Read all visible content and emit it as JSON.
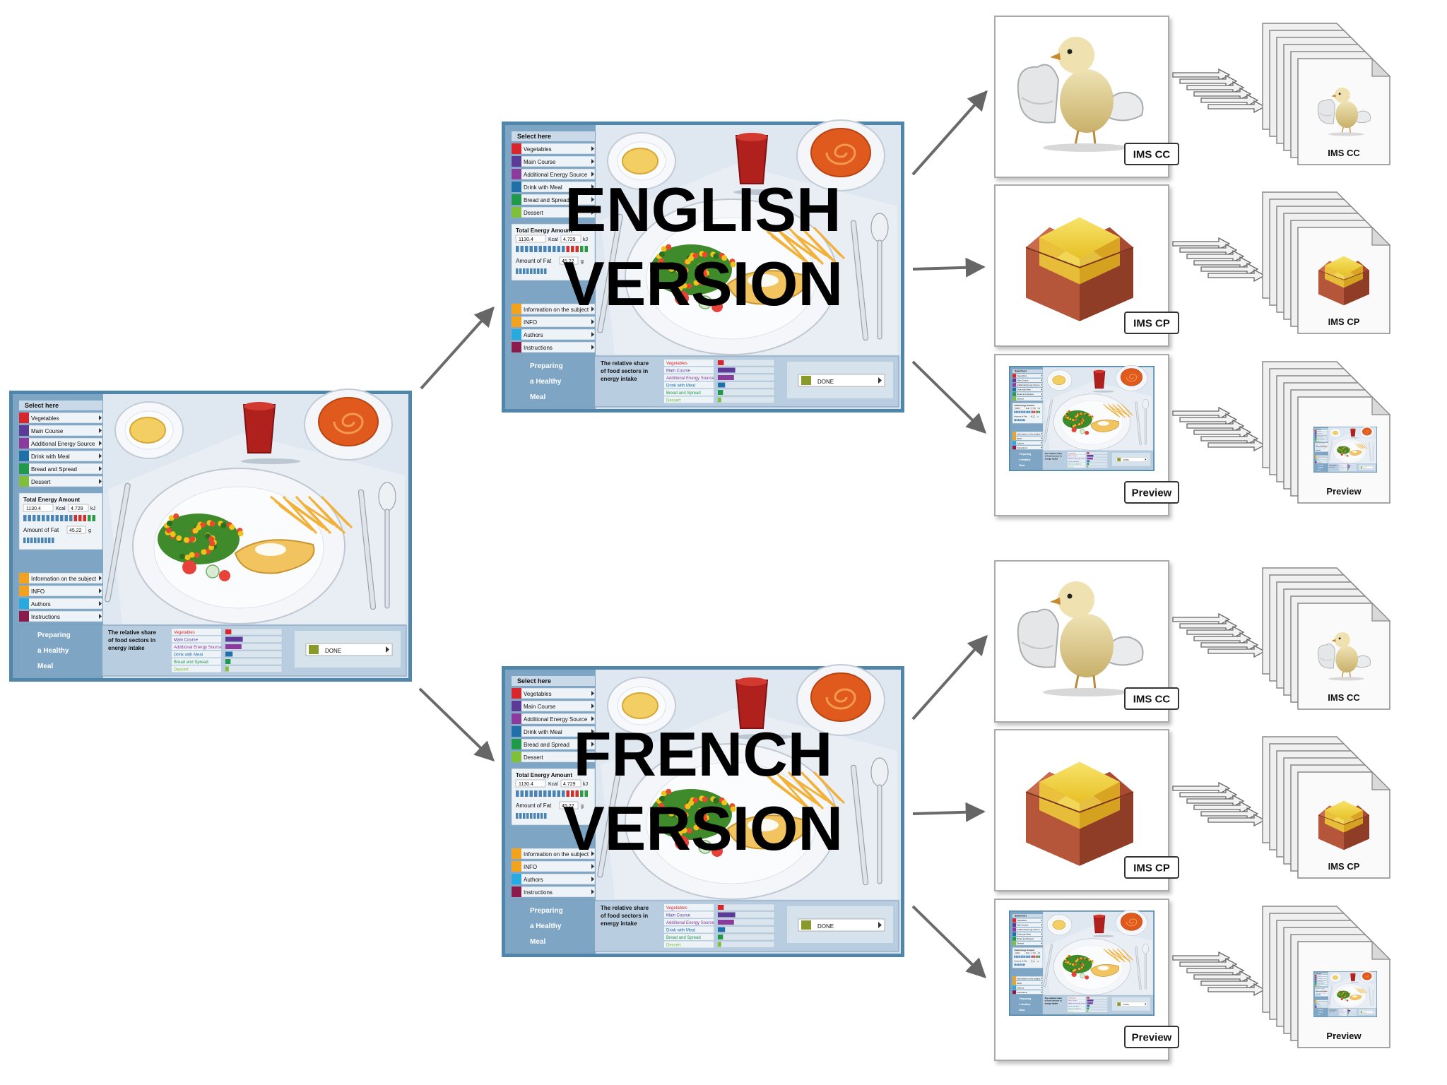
{
  "app_screen": {
    "select_here": "Select here",
    "menu": [
      "Vegetables",
      "Main Course",
      "Additional Energy Source",
      "Drink with Meal",
      "Bread and Spread",
      "Dessert"
    ],
    "menu_colors": [
      "#d9262c",
      "#5b3a98",
      "#8a3b9c",
      "#1f6fa8",
      "#1f9a4a",
      "#7fbf3a"
    ],
    "total_energy": "Total Energy Amount",
    "kcal_value": "1130.4",
    "kcal_unit": "Kcal",
    "kj_value": "4.729",
    "kj_unit": "kJ",
    "amount_fat": "Amount of Fat",
    "fat_value": "45.22",
    "fat_unit": "g",
    "lower_menu": [
      "Information on the subject",
      "INFO",
      "Authors",
      "Instructions"
    ],
    "lower_colors": [
      "#f2a21c",
      "#f2a21c",
      "#28a9e0",
      "#8a1b4c"
    ],
    "title_lines": [
      "Preparing",
      "a Healthy",
      "Meal"
    ],
    "relative_share": [
      "The relative share",
      "of food sectors in",
      "energy intake"
    ],
    "legend": [
      "Vegetables",
      "Main Course",
      "Additional Energy Source",
      "Drink with Meal",
      "Bread and Spread",
      "Dessert"
    ],
    "share_values": [
      0.15,
      0.6,
      0.55,
      0.2,
      0.12,
      0.05
    ],
    "done": "DONE"
  },
  "versions": [
    {
      "label": [
        "ENGLISH",
        "VERSION"
      ]
    },
    {
      "label": [
        "FRENCH",
        "VERSION"
      ]
    }
  ],
  "outputs": [
    {
      "tag": "IMS CC",
      "icon": "chick-icon"
    },
    {
      "tag": "IMS CP",
      "icon": "package-icon"
    },
    {
      "tag": "Preview",
      "icon": "app-preview-icon"
    }
  ],
  "colors": {
    "frame": "#5a8fb0",
    "sidebar": "#7aa3c2",
    "panel": "#b9cde0",
    "arrow": "#666666",
    "label": "#000000"
  }
}
